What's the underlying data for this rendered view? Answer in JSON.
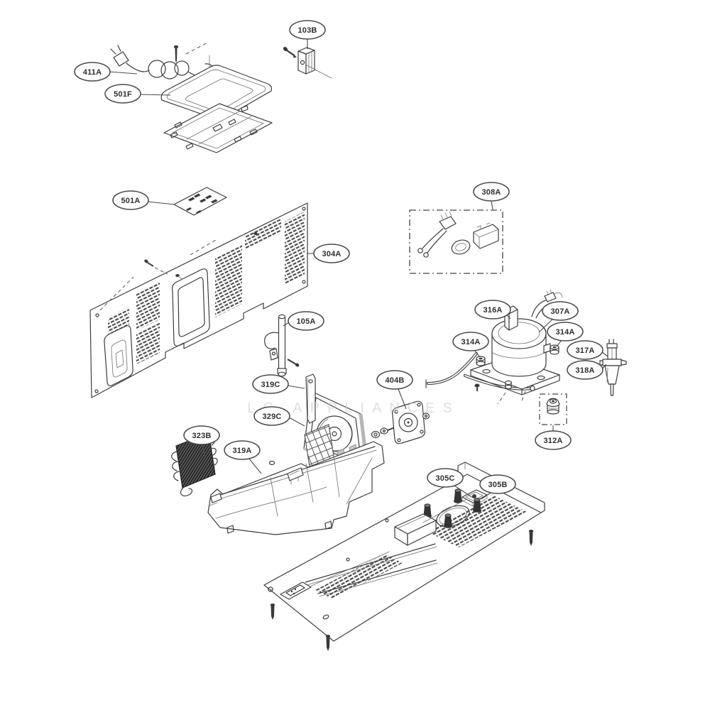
{
  "page": {
    "background": "#ffffff",
    "ink": "#3d3d3d",
    "label_text_color": "#2e2e2e",
    "label_outline_color": "#4a4a4a"
  },
  "diagram": {
    "type": "exploded-parts-diagram",
    "watermark": "LG APPLIANCES",
    "callouts": [
      {
        "label": "411A"
      },
      {
        "label": "501F"
      },
      {
        "label": "103B"
      },
      {
        "label": "501A"
      },
      {
        "label": "304A"
      },
      {
        "label": "308A"
      },
      {
        "label": "105A"
      },
      {
        "label": "319C"
      },
      {
        "label": "329C"
      },
      {
        "label": "323B"
      },
      {
        "label": "319A"
      },
      {
        "label": "404B"
      },
      {
        "label": "316A"
      },
      {
        "label": "307A"
      },
      {
        "label": "314A"
      },
      {
        "label": "314A"
      },
      {
        "label": "317A"
      },
      {
        "label": "318A"
      },
      {
        "label": "312A"
      },
      {
        "label": "305C"
      },
      {
        "label": "305B"
      }
    ]
  }
}
